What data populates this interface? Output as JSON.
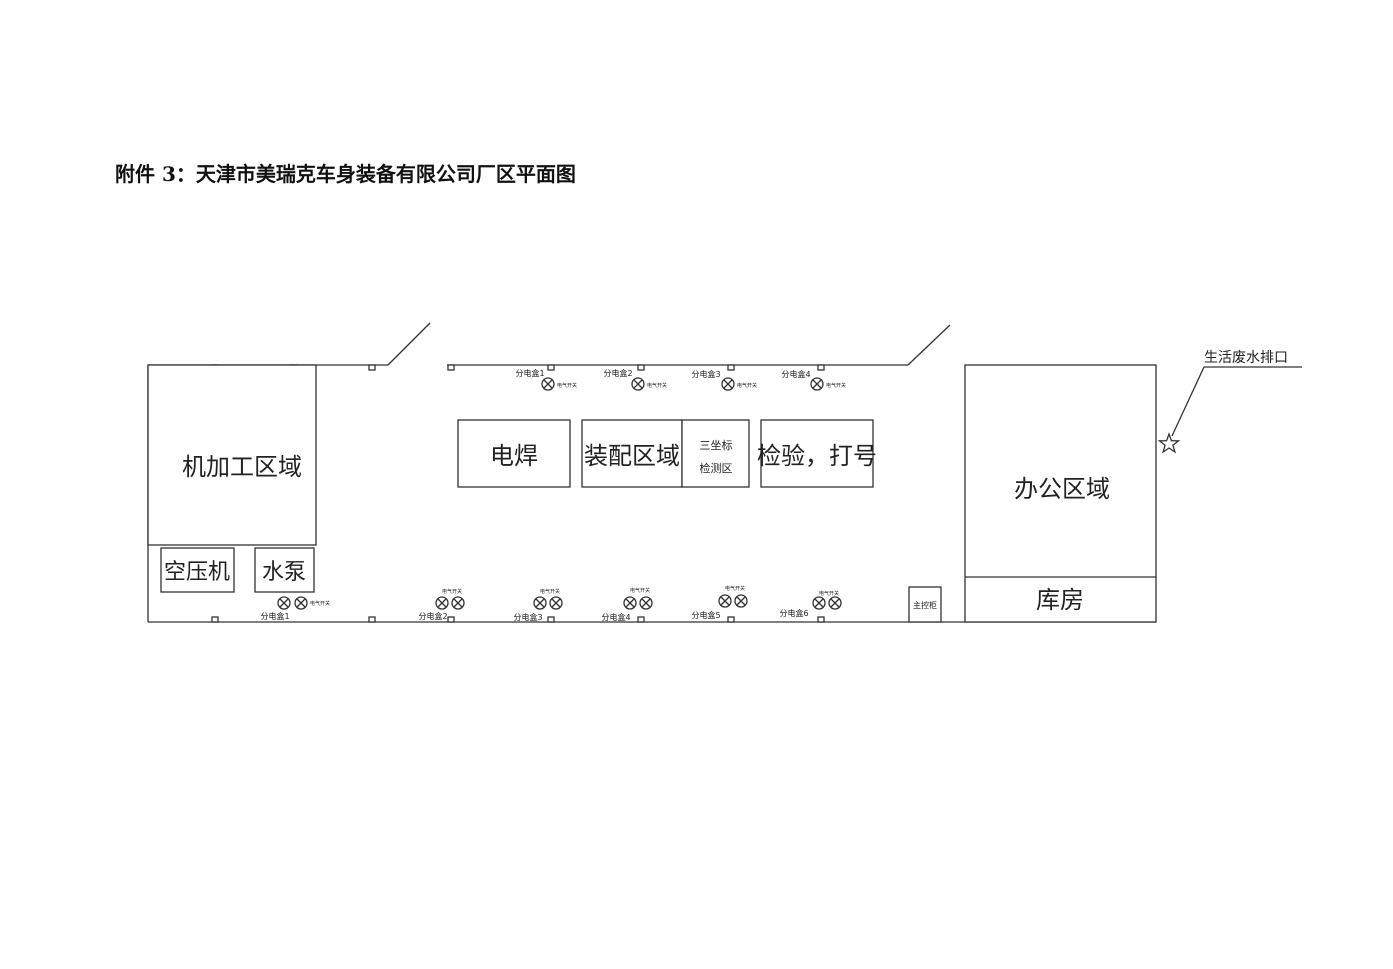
{
  "title": "附件 3：天津市美瑞克车身装备有限公司厂区平面图",
  "areas": {
    "machining": "机加工区域",
    "compressor": "空压机",
    "pump": "水泵",
    "welding": "电焊",
    "assembly": "装配区域",
    "cmm_line1": "三坐标",
    "cmm_line2": "检测区",
    "inspection": "检验，打号",
    "office": "办公区域",
    "warehouse": "库房",
    "main_cabinet": "主控柜"
  },
  "top_boxes": [
    "分电盒1",
    "分电盒2",
    "分电盒3",
    "分电盒4"
  ],
  "bottom_boxes": [
    "分电盒1",
    "分电盒2",
    "分电盒3",
    "分电盒4",
    "分电盒5",
    "分电盒6"
  ],
  "lamp_label": "电气开关",
  "drain_label": "生活废水排口",
  "icons": {
    "drain": "star-icon",
    "lamp": "lamp-symbol-icon"
  },
  "colors": {
    "line": "#333333",
    "text": "#222222",
    "background": "#ffffff"
  }
}
